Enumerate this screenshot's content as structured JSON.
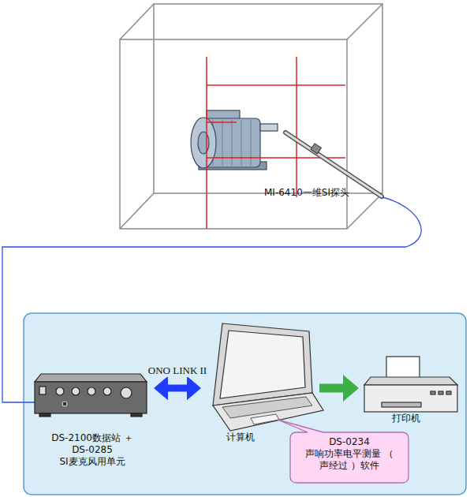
{
  "diagram": {
    "nodes": [
      {
        "text": [
          "DS-2100数据站 ＋ DS-0285 SI麦克风用单元"
        ]
      },
      {
        "text": [
          "计算机"
        ]
      },
      {
        "text": [
          "DS-0234 声响功率电平测量 （ 声经过 ）软件"
        ]
      },
      {
        "text": [
          "打印机"
        ]
      }
    ],
    "edges": [
      {
        "from": 0,
        "to": 1,
        "arrow": "both",
        "label": "ONO LINK II"
      },
      {
        "from": 1,
        "to": 3,
        "arrow": "to"
      }
    ],
    "labels": [
      "MI-6410一维SI探头"
    ]
  }
}
